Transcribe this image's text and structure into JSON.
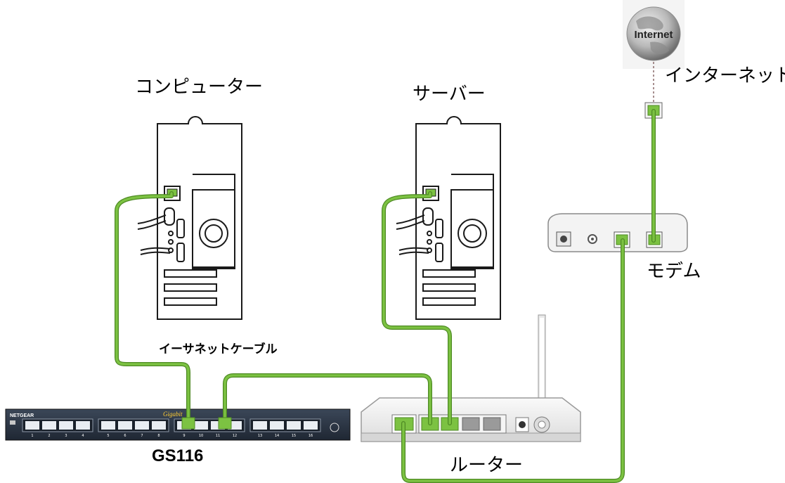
{
  "labels": {
    "computer": "コンピューター",
    "server": "サーバー",
    "internet": "インターネット",
    "modem": "モデム",
    "ethernet_cable": "イーサネットケーブル",
    "router": "ルーター",
    "switch_model": "GS116"
  },
  "globe": {
    "text": "Internet"
  },
  "switch": {
    "brand": "NETGEAR",
    "subtitle": "Gigabit",
    "port_numbers": [
      "1",
      "2",
      "3",
      "4",
      "5",
      "6",
      "7",
      "8",
      "9",
      "10",
      "11",
      "12",
      "13",
      "14",
      "15",
      "16"
    ]
  },
  "colors": {
    "cable": "#7cc242",
    "cable_dark": "#4e8a24",
    "device_outline": "#1a1a1a",
    "switch_body": "#2b3646"
  }
}
